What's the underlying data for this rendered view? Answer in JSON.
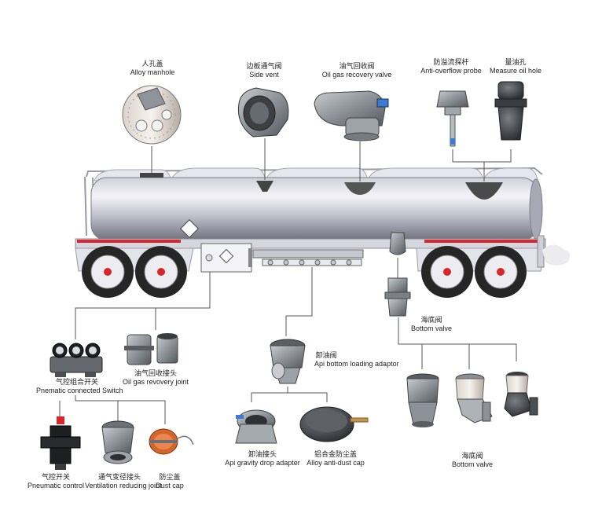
{
  "labels": {
    "alloy_manhole": {
      "cn": "人孔盖",
      "en": "Alloy manhole"
    },
    "side_vent": {
      "cn": "边板通气阀",
      "en": "Side vent"
    },
    "oil_gas_recovery_valve": {
      "cn": "油气回收阀",
      "en": "Oil gas recovery valve"
    },
    "anti_overflow_probe": {
      "cn": "防溢流探杆",
      "en": "Anti-overflow probe"
    },
    "measure_oil_hole": {
      "cn": "量油孔",
      "en": "Measure oil hole"
    },
    "bottom_valve_top": {
      "cn": "海底阀",
      "en": "Bottom valve"
    },
    "api_bottom_loading_adaptor": {
      "cn": "卸油阀",
      "en": "Api bottom loading adaptor"
    },
    "pneumatic_connected_switch": {
      "cn": "气控组合开关",
      "en": "Pnematic connected Switch"
    },
    "oil_gas_recovery_joint": {
      "cn": "油气回收接头",
      "en": "Oil gas revovery joint"
    },
    "api_gravity_drop_adapter": {
      "cn": "卸油接头",
      "en": "Api gravity drop adapter"
    },
    "alloy_anti_dust_cap": {
      "cn": "铝合金防尘盖",
      "en": "Alloy anti-dust cap"
    },
    "bottom_valve_bottom": {
      "cn": "海底阀",
      "en": "Bottom valve"
    },
    "pneumatic_control": {
      "cn": "气控开关",
      "en": "Pneumatic control"
    },
    "ventilation_reducing_joint": {
      "cn": "通气变径接头",
      "en": "Ventilation reducing joint"
    },
    "dust_cap": {
      "cn": "防尘盖",
      "en": "Dust cap"
    }
  },
  "colors": {
    "tank_light": "#f1f1f6",
    "tank_mid": "#b9b9c6",
    "tank_dark": "#6e6e7c",
    "metal": "#8a8f96",
    "tire": "#232323",
    "red_stripe": "#d8262c",
    "leader_line": "#555555"
  }
}
